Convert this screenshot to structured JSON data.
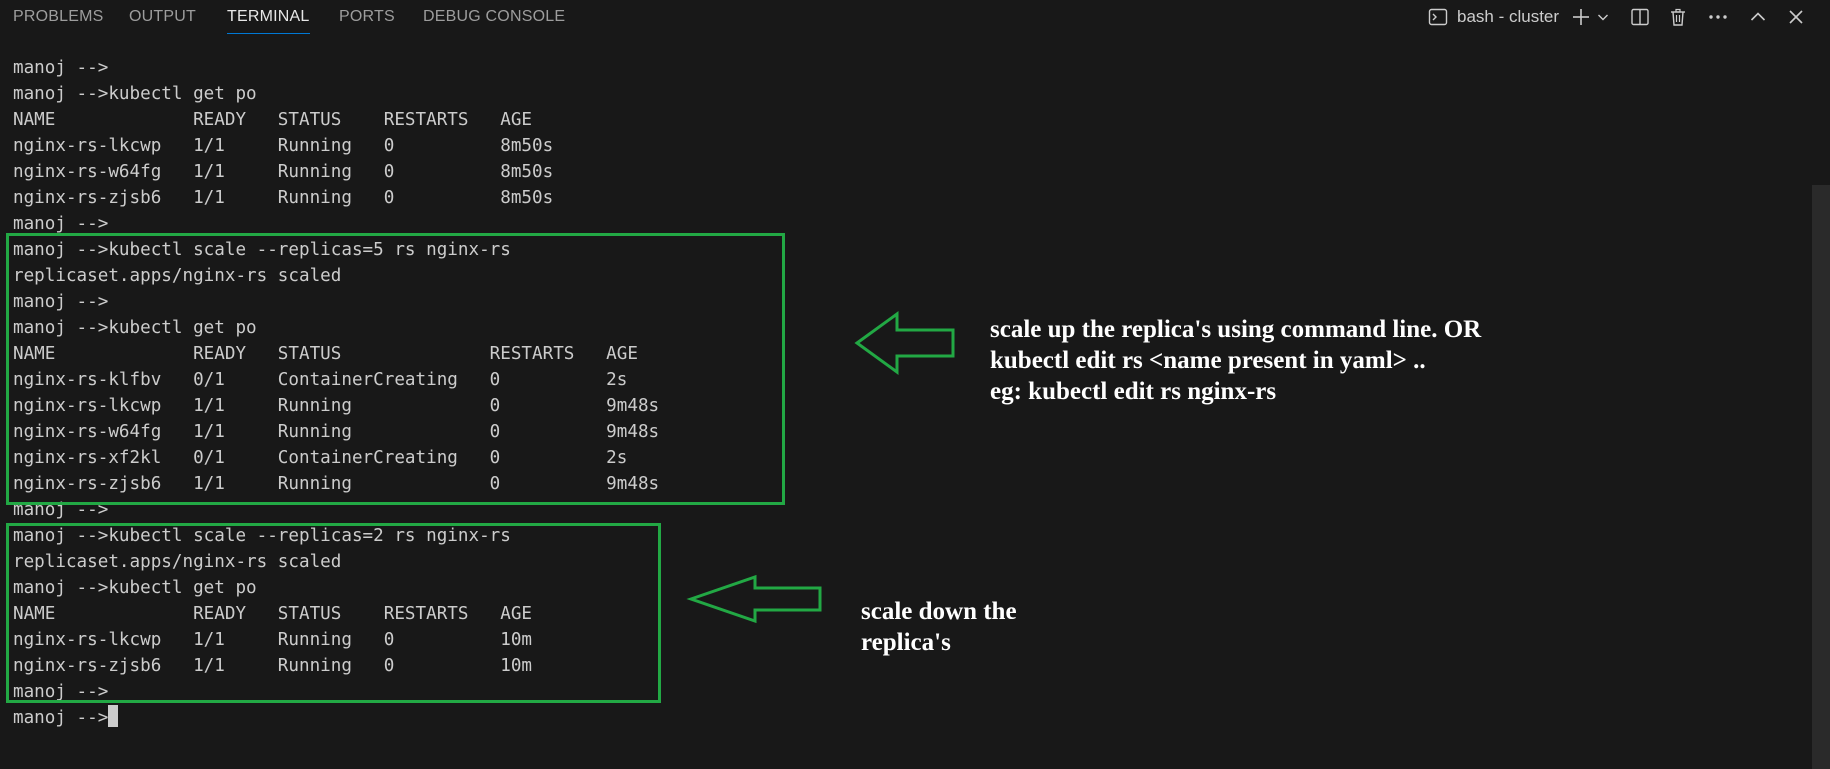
{
  "tabs": [
    {
      "label": "PROBLEMS",
      "active": false
    },
    {
      "label": "OUTPUT",
      "active": false
    },
    {
      "label": "TERMINAL",
      "active": true
    },
    {
      "label": "PORTS",
      "active": false
    },
    {
      "label": "DEBUG CONSOLE",
      "active": false
    }
  ],
  "toolbar": {
    "terminal_name": "bash - cluster",
    "icons": [
      "terminal-icon",
      "plus-icon",
      "chevron-down-icon",
      "split-icon",
      "trash-icon",
      "more-icon",
      "chevron-up-icon",
      "close-icon"
    ]
  },
  "terminal": {
    "lines": [
      "manoj -->",
      "manoj -->kubectl get po",
      "NAME             READY   STATUS    RESTARTS   AGE",
      "nginx-rs-lkcwp   1/1     Running   0          8m50s",
      "nginx-rs-w64fg   1/1     Running   0          8m50s",
      "nginx-rs-zjsb6   1/1     Running   0          8m50s",
      "manoj -->",
      "manoj -->kubectl scale --replicas=5 rs nginx-rs",
      "replicaset.apps/nginx-rs scaled",
      "manoj -->",
      "manoj -->kubectl get po",
      "NAME             READY   STATUS              RESTARTS   AGE",
      "nginx-rs-klfbv   0/1     ContainerCreating   0          2s",
      "nginx-rs-lkcwp   1/1     Running             0          9m48s",
      "nginx-rs-w64fg   1/1     Running             0          9m48s",
      "nginx-rs-xf2kl   0/1     ContainerCreating   0          2s",
      "nginx-rs-zjsb6   1/1     Running             0          9m48s",
      "manoj -->",
      "manoj -->kubectl scale --replicas=2 rs nginx-rs",
      "replicaset.apps/nginx-rs scaled",
      "manoj -->kubectl get po",
      "NAME             READY   STATUS    RESTARTS   AGE",
      "nginx-rs-lkcwp   1/1     Running   0          10m",
      "nginx-rs-zjsb6   1/1     Running   0          10m",
      "manoj -->"
    ],
    "prompt": "manoj -->"
  },
  "annotations": {
    "scale_up": [
      "scale up the replica's using command line. OR",
      "kubectl edit rs <name present in yaml> ..",
      "eg: kubectl edit rs nginx-rs"
    ],
    "scale_down": [
      "scale down the",
      "replica's"
    ]
  },
  "colors": {
    "background": "#181818",
    "text": "#cccccc",
    "active_tab_underline": "#0078d4",
    "highlight_box": "#22a844",
    "annotation_text": "#ffffff"
  }
}
